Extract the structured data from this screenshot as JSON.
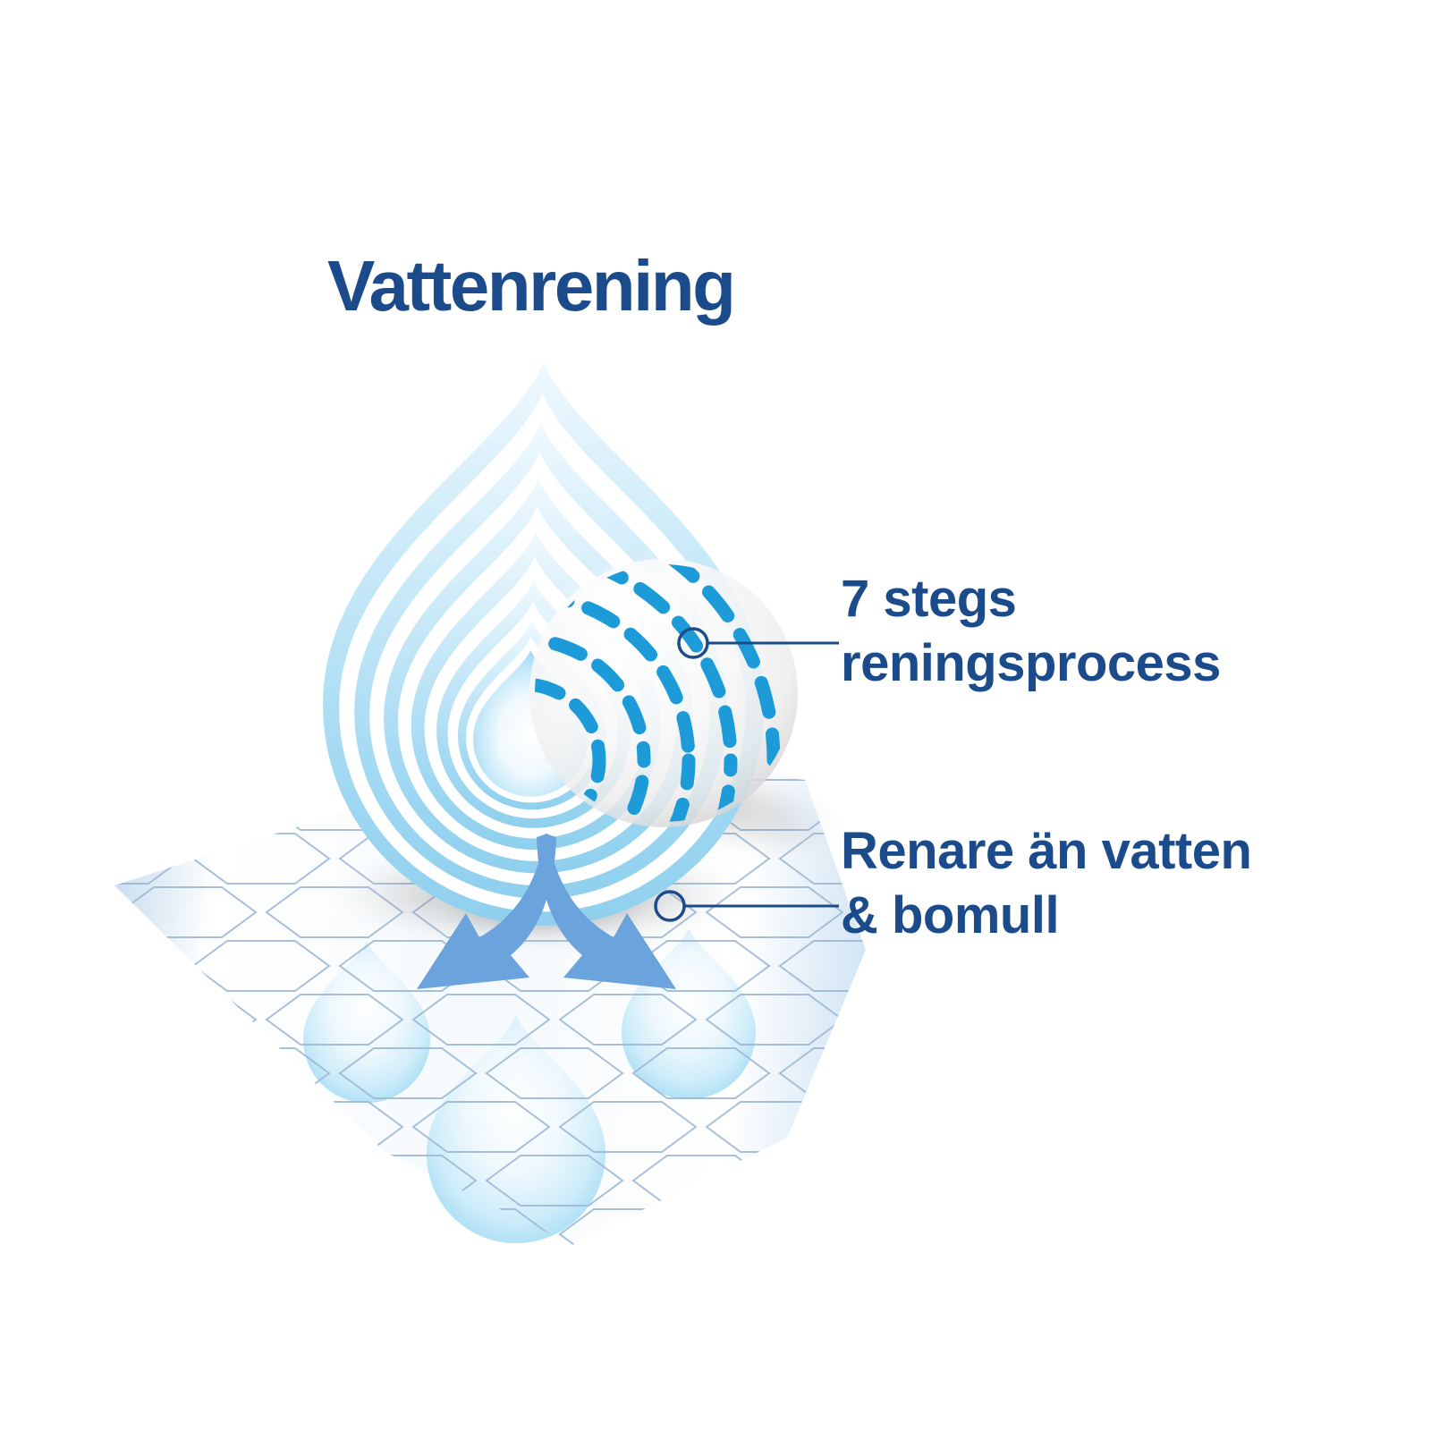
{
  "title": "Vattenrening",
  "annotations": {
    "process": {
      "line1": "7 stegs",
      "line2": "reningsprocess"
    },
    "purity": {
      "line1": "Renare än vatten",
      "line2": "& bomull"
    }
  },
  "colors": {
    "heading_navy": "#1b4b8a",
    "callout_line_navy": "#1b4b8a",
    "dash_blue": "#1d9bd8",
    "arrow_blue": "#6ba3dc",
    "drop_light_blue": "#a5daf3",
    "mesh_line_blue": "#9cb8d6",
    "background": "#ffffff"
  },
  "icons": {
    "main": "layered-water-drop-icon",
    "magnifier": "magnifier-sphere-icon",
    "filter_layers": "dashed-filter-layers-icon",
    "arrows": "spread-absorb-arrows-icon",
    "mesh": "hexagon-mesh-sheet",
    "droplets": "absorbed-droplets-icon"
  }
}
